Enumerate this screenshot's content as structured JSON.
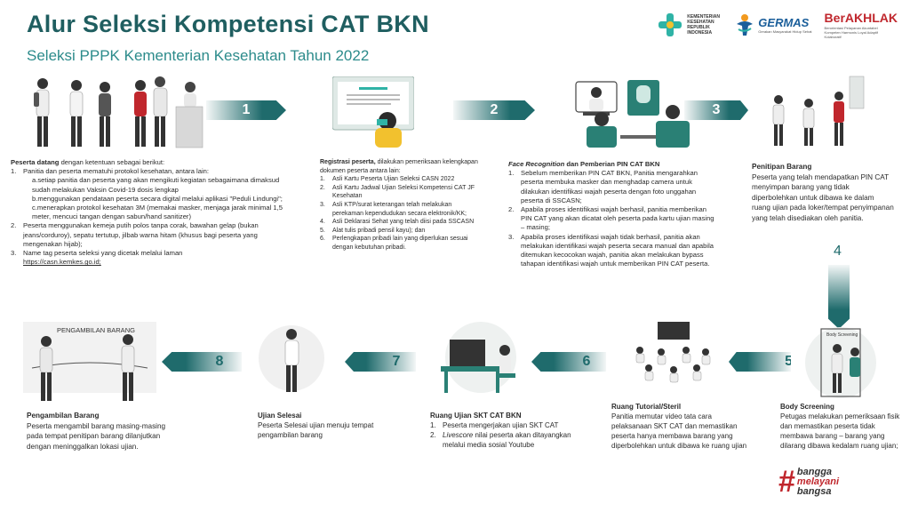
{
  "header": {
    "title": "Alur Seleksi Kompetensi CAT BKN",
    "subtitle": "Seleksi PPPK Kementerian Kesehatan Tahun 2022"
  },
  "logos": {
    "kemenkes": "KEMENTERIAN KESEHATAN REPUBLIK INDONESIA",
    "germas": "GERMAS",
    "germas_sub": "Gerakan Masyarakat Hidup Sehat",
    "berakhlak": "BerAKHLAK",
    "berakhlak_sub": "Berorientasi Pelayanan Akuntabel Kompeten Harmonis Loyal Adaptif Kolaboratif"
  },
  "arrows": [
    "1",
    "2",
    "3",
    "4",
    "5",
    "6",
    "7",
    "8"
  ],
  "illustration_labels": {
    "pengambilan_sign": "PENGAMBILAN BARANG",
    "body_screening_sign": "Body Screening"
  },
  "step1": {
    "head": "Peserta datang",
    "head_rest": " dengan ketentuan sebagai berikut:",
    "items": [
      {
        "n": "1.",
        "t": "Panitia dan peserta mematuhi protokol kesehatan, antara lain:"
      },
      {
        "n": "",
        "t": "a.setiap panitia dan peserta yang akan mengikuti kegiatan sebagaimana dimaksud sudah melakukan Vaksin Covid-19 dosis lengkap"
      },
      {
        "n": "",
        "t": "b.menggunakan pendataan peserta secara digital melalui aplikasi \"Peduli Lindungi\";"
      },
      {
        "n": "",
        "t": "c.menerapkan protokol kesehatan 3M (memakai masker, menjaga jarak minimal 1,5 meter, mencuci tangan dengan sabun/hand sanitizer)"
      },
      {
        "n": "2.",
        "t": "Peserta menggunakan kemeja putih polos tanpa corak, bawahan gelap (bukan jeans/corduroy), sepatu tertutup, jilbab warna hitam (khusus bagi peserta yang mengenakan hijab);"
      },
      {
        "n": "3.",
        "t": "Name tag peserta seleksi yang dicetak melalui laman"
      }
    ],
    "link": "https://casn.kemkes.go.id;"
  },
  "step2": {
    "head": "Registrasi peserta,",
    "head_rest": " dilakukan pemeriksaan kelengkapan dokumen peserta antara lain:",
    "items": [
      {
        "n": "1.",
        "t": "Asli Kartu Peserta Ujian Seleksi CASN 2022"
      },
      {
        "n": "2.",
        "t": "Asli Kartu Jadwal Ujian Seleksi Kompetensi CAT JF Kesehatan"
      },
      {
        "n": "3.",
        "t": "Asli KTP/surat keterangan telah melakukan perekaman kependudukan secara elektronik/KK;"
      },
      {
        "n": "4.",
        "t": "Asli Deklarasi Sehat yang telah diisi pada SSCASN"
      },
      {
        "n": "5.",
        "t": "Alat tulis pribadi pensil kayu); dan"
      },
      {
        "n": "6.",
        "t": "Perlengkapan pribadi lain yang diperlukan sesuai dengan kebutuhan pribadi."
      }
    ]
  },
  "step3": {
    "head_italic": "Face Recognition",
    "head_rest": " dan Pemberian PIN CAT BKN",
    "items": [
      {
        "n": "1.",
        "t": "Sebelum memberikan PIN CAT BKN, Panitia mengarahkan peserta membuka masker dan menghadap camera untuk dilakukan identifikasi wajah peserta dengan foto unggahan peserta di SSCASN;"
      },
      {
        "n": "2.",
        "t": "Apabila proses identifikasi wajah berhasil, panitia memberikan PIN CAT yang akan dicatat oleh peserta pada kartu ujian masing – masing;"
      },
      {
        "n": "3.",
        "t": "Apabila proses identifikasi wajah tidak berhasil, panitia akan melakukan identifikasi wajah peserta secara manual dan apabila ditemukan kecocokan wajah, panitia akan melakukan bypass tahapan identifikasi wajah untuk memberikan PIN CAT peserta."
      }
    ]
  },
  "step4": {
    "head": "Penitipan Barang",
    "body": "Peserta yang telah mendapatkan PIN CAT menyimpan barang yang tidak diperbolehkan untuk dibawa ke dalam ruang ujian pada loker/tempat penyimpanan yang telah disediakan oleh panitia."
  },
  "step5": {
    "head": "Body Screening",
    "body": "Petugas melakukan pemeriksaan fisik dan memastikan peserta tidak membawa barang – barang yang dilarang dibawa kedalam ruang ujian;"
  },
  "step6": {
    "head": "Ruang Tutorial/Steril",
    "body": "Panitia memutar video tata cara pelaksanaan SKT CAT dan memastikan peserta hanya membawa barang yang diperbolehkan untuk dibawa ke ruang ujian"
  },
  "step7": {
    "head": "Ruang Ujian SKT CAT BKN",
    "items": [
      {
        "n": "1.",
        "t": "Peserta mengerjakan ujian SKT CAT"
      },
      {
        "n": "2.",
        "t_italic": "Livescore",
        "t": " nilai peserta akan ditayangkan melalui media sosial Youtube"
      }
    ]
  },
  "step8": {
    "head": "Ujian Selesai",
    "body": "Peserta Selesai ujian menuju tempat pengambilan barang"
  },
  "step9": {
    "head": "Pengambilan Barang",
    "body": "Peserta mengambil barang masing-masing pada tempat penitipan barang dilanjutkan dengan meninggalkan lokasi ujian."
  },
  "hashtag": {
    "hash": "#",
    "line1": "bangga",
    "line2": "melayani",
    "line3": "bangsa"
  },
  "colors": {
    "primary": "#1f5e60",
    "accent": "#2c8b8b",
    "red": "#c0272d"
  }
}
